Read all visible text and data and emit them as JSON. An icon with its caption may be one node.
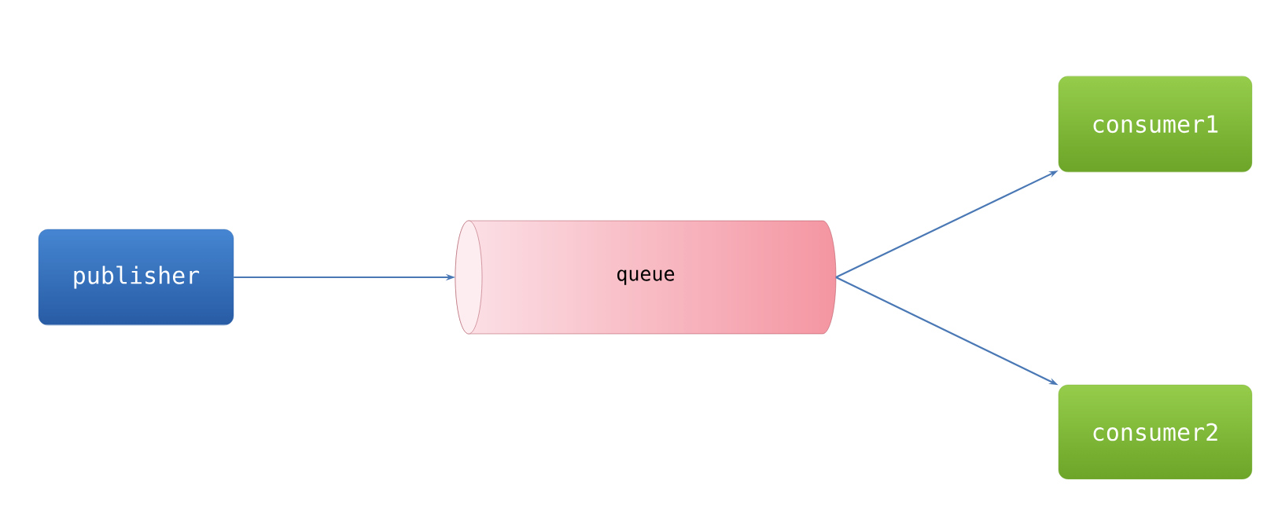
{
  "diagram": {
    "nodes": [
      {
        "text": [
          "publisher"
        ]
      },
      {
        "text": [
          "queue"
        ]
      },
      {
        "text": [
          "consumer1"
        ]
      },
      {
        "text": [
          "consumer2"
        ]
      }
    ],
    "edges": [
      {
        "from": 0,
        "to": 1,
        "arrow": "to"
      },
      {
        "from": 1,
        "to": 2,
        "arrow": "to"
      },
      {
        "from": 1,
        "to": 3,
        "arrow": "to"
      }
    ]
  }
}
